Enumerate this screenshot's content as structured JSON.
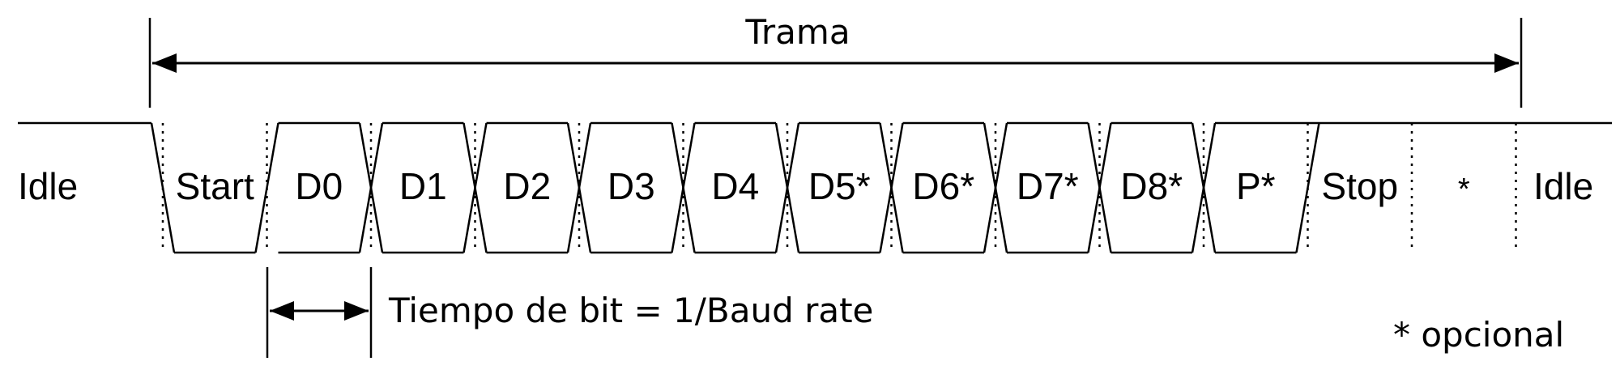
{
  "frame_label": "Trama",
  "idle_left": "Idle",
  "idle_right": "Idle",
  "bits": [
    "Start",
    "D0",
    "D1",
    "D2",
    "D3",
    "D4",
    "D5*",
    "D6*",
    "D7*",
    "D8*",
    "P*",
    "Stop",
    "*"
  ],
  "bit_time_label": "Tiempo de bit = 1/Baud rate",
  "legend_optional": "* opcional",
  "colors": {
    "line": "#000000",
    "background": "#ffffff"
  }
}
